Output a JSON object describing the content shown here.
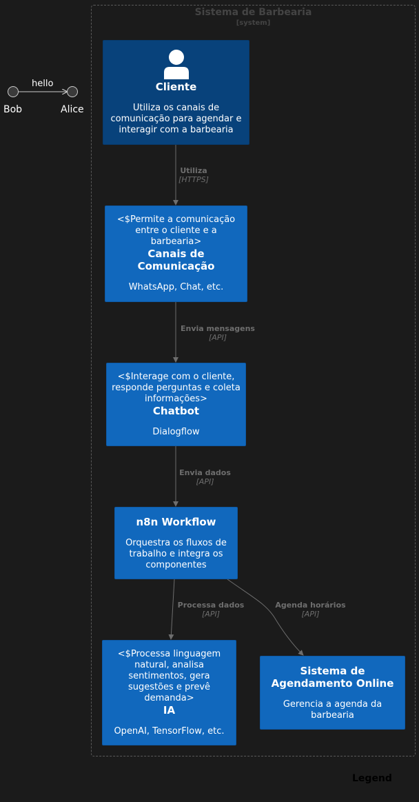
{
  "boundary": {
    "title": "Sistema de Barbearia",
    "type": "[system]"
  },
  "sequence": {
    "actor_a": "Bob",
    "actor_b": "Alice",
    "message": "hello"
  },
  "nodes": {
    "cliente": {
      "name": "Cliente",
      "description": "Utiliza os canais de comunicação para agendar e interagir com a barbearia"
    },
    "canais": {
      "stereotype": "<$Permite a comunicação entre o cliente e a barbearia>",
      "name": "Canais de Comunicação",
      "description": "WhatsApp, Chat, etc."
    },
    "chatbot": {
      "stereotype": "<$Interage com o cliente, responde perguntas e coleta informações>",
      "name": "Chatbot",
      "description": "Dialogflow"
    },
    "n8n": {
      "name": "n8n Workflow",
      "description": "Orquestra os fluxos de trabalho e integra os componentes"
    },
    "ia": {
      "stereotype": "<$Processa linguagem natural, analisa sentimentos, gera sugestões e prevê demanda>",
      "name": "IA",
      "description": "OpenAI, TensorFlow, etc."
    },
    "agendamento": {
      "name": "Sistema de Agendamento Online",
      "description": "Gerencia a agenda da barbearia"
    }
  },
  "edges": {
    "e1": {
      "label": "Utiliza",
      "tech": "[HTTPS]"
    },
    "e2": {
      "label": "Envia mensagens",
      "tech": "[API]"
    },
    "e3": {
      "label": "Envia dados",
      "tech": "[API]"
    },
    "e4": {
      "label": "Processa dados",
      "tech": "[API]"
    },
    "e5": {
      "label": "Agenda horários",
      "tech": "[API]"
    }
  },
  "legend": "Legend",
  "colors": {
    "background": "#1b1b1b",
    "person": "#08427b",
    "container": "#1168bd",
    "edge": "#6e6e6e",
    "boundary_text": "#444444"
  },
  "icons": {
    "cliente": "person-icon"
  }
}
